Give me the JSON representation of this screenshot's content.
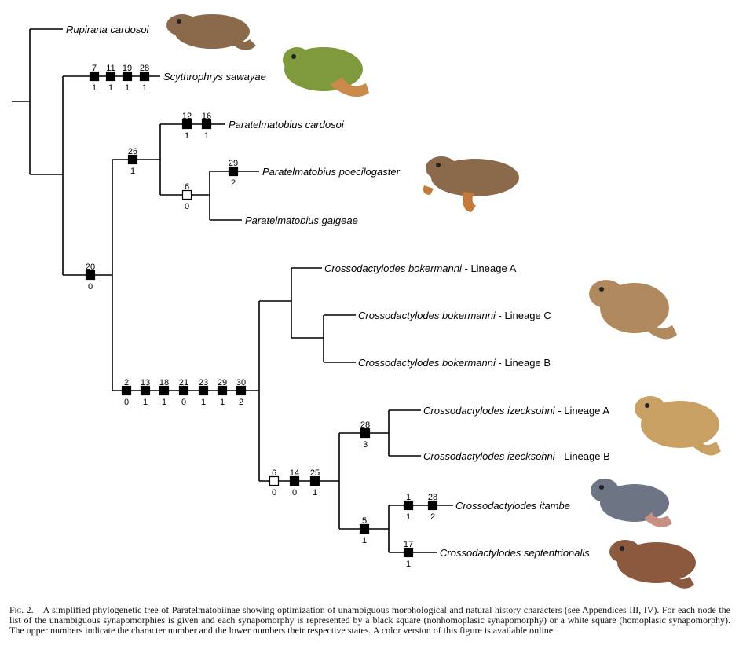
{
  "taxa": [
    {
      "genus": "Rupirana",
      "species": "cardosoi",
      "suffix": ""
    },
    {
      "genus": "Scythrophrys",
      "species": "sawayae",
      "suffix": ""
    },
    {
      "genus": "Paratelmatobius",
      "species": "cardosoi",
      "suffix": ""
    },
    {
      "genus": "Paratelmatobius",
      "species": "poecilogaster",
      "suffix": ""
    },
    {
      "genus": "Paratelmatobius",
      "species": "gaigeae",
      "suffix": ""
    },
    {
      "genus": "Crossodactylodes",
      "species": "bokermanni",
      "suffix": " - Lineage A"
    },
    {
      "genus": "Crossodactylodes",
      "species": "bokermanni",
      "suffix": " - Lineage C"
    },
    {
      "genus": "Crossodactylodes",
      "species": "bokermanni",
      "suffix": " - Lineage B"
    },
    {
      "genus": "Crossodactylodes",
      "species": "izecksohni",
      "suffix": " - Lineage A"
    },
    {
      "genus": "Crossodactylodes",
      "species": "izecksohni",
      "suffix": " - Lineage B"
    },
    {
      "genus": "Crossodactylodes",
      "species": "itambe",
      "suffix": ""
    },
    {
      "genus": "Crossodactylodes",
      "species": "septentrionalis",
      "suffix": ""
    }
  ],
  "characters": [
    {
      "char": "7",
      "state": "1",
      "type": "nonhomoplasic"
    },
    {
      "char": "11",
      "state": "1",
      "type": "nonhomoplasic"
    },
    {
      "char": "19",
      "state": "1",
      "type": "nonhomoplasic"
    },
    {
      "char": "28",
      "state": "1",
      "type": "nonhomoplasic"
    },
    {
      "char": "12",
      "state": "1",
      "type": "nonhomoplasic"
    },
    {
      "char": "16",
      "state": "1",
      "type": "nonhomoplasic"
    },
    {
      "char": "26",
      "state": "1",
      "type": "nonhomoplasic"
    },
    {
      "char": "29",
      "state": "2",
      "type": "nonhomoplasic"
    },
    {
      "char": "6",
      "state": "0",
      "type": "homoplasic"
    },
    {
      "char": "20",
      "state": "0",
      "type": "nonhomoplasic"
    },
    {
      "char": "2",
      "state": "0",
      "type": "nonhomoplasic"
    },
    {
      "char": "13",
      "state": "1",
      "type": "nonhomoplasic"
    },
    {
      "char": "18",
      "state": "1",
      "type": "nonhomoplasic"
    },
    {
      "char": "21",
      "state": "0",
      "type": "nonhomoplasic"
    },
    {
      "char": "23",
      "state": "1",
      "type": "nonhomoplasic"
    },
    {
      "char": "29",
      "state": "1",
      "type": "nonhomoplasic"
    },
    {
      "char": "30",
      "state": "2",
      "type": "nonhomoplasic"
    },
    {
      "char": "6",
      "state": "0",
      "type": "homoplasic"
    },
    {
      "char": "14",
      "state": "0",
      "type": "nonhomoplasic"
    },
    {
      "char": "25",
      "state": "1",
      "type": "nonhomoplasic"
    },
    {
      "char": "28",
      "state": "3",
      "type": "nonhomoplasic"
    },
    {
      "char": "5",
      "state": "1",
      "type": "nonhomoplasic"
    },
    {
      "char": "1",
      "state": "1",
      "type": "nonhomoplasic"
    },
    {
      "char": "28",
      "state": "2",
      "type": "nonhomoplasic"
    },
    {
      "char": "17",
      "state": "1",
      "type": "nonhomoplasic"
    }
  ],
  "colors": {
    "branch": "#000000",
    "nonhomoplasic": "#000000",
    "homoplasic": "#ffffff",
    "frog_brown": "#8a6a4a",
    "frog_green": "#7f9a3c",
    "frog_tan": "#b08a5e",
    "frog_grey": "#6d7584"
  },
  "caption": {
    "label": "Fig. 2.",
    "text": "—A simplified phylogenetic tree of Paratelmatobiinae showing optimization of unambiguous morphological and natural history characters (see Appendices III, IV). For each node the list of the unambiguous synapomorphies is given and each synapomorphy is represented by a black square (nonhomoplasic synapomorphy) or a white square (homoplasic synapomorphy). The upper numbers indicate the character number and the lower numbers their respective states. A color version of this figure is available online."
  }
}
